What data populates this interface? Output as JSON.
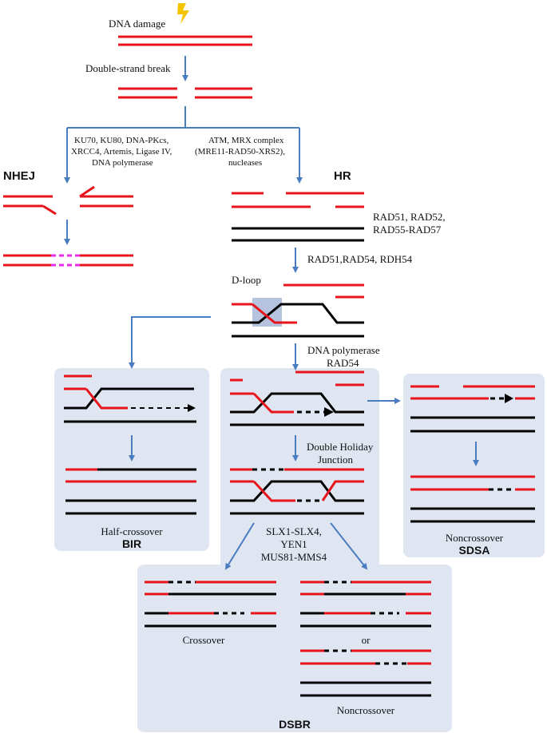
{
  "labels": {
    "dna_damage": "DNA damage",
    "double_strand_break": "Double-strand break",
    "nhej_factors": [
      "KU70, KU80, DNA-PKcs,",
      "XRCC4, Artemis, Ligase  IV,",
      "DNA polymerase"
    ],
    "hr_factors": [
      "ATM, MRX complex",
      "(MRE11-RAD50-XRS2),",
      "nucleases"
    ],
    "nhej": "NHEJ",
    "hr": "HR",
    "rad_factors": [
      "RAD51, RAD52,",
      "RAD55-RAD57"
    ],
    "strand_invasion": "RAD51,RAD54, RDH54",
    "d_loop": "D-loop",
    "polymerase": [
      "DNA polymerase",
      "RAD54"
    ],
    "dhj": [
      "Double Holiday",
      "Junction"
    ],
    "resolvases": [
      "SLX1-SLX4,",
      "YEN1",
      "MUS81-MMS4"
    ],
    "half_crossover": "Half-crossover",
    "bir": "BIR",
    "noncrossover_sdsa": "Noncrossover",
    "sdsa": "SDSA",
    "crossover": "Crossover",
    "or": "or",
    "noncrossover_dsbr": "Noncrossover",
    "dsbr": "DSBR"
  },
  "colors": {
    "red_strand": "#e8141c",
    "black_strand": "#000000",
    "arrow": "#4a7cc0",
    "panel": "#dfe6f2",
    "ligation": "#e62ee6",
    "highlight": "#b5c3de",
    "bolt": "#f5c400"
  },
  "icons": [
    "lightning-icon"
  ]
}
